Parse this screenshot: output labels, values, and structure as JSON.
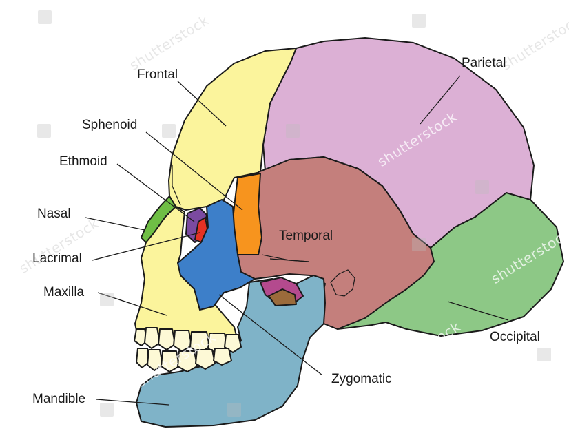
{
  "diagram": {
    "labels": {
      "frontal": "Frontal",
      "parietal": "Parietal",
      "sphenoid": "Sphenoid",
      "ethmoid": "Ethmoid",
      "nasal": "Nasal",
      "lacrimal": "Lacrimal",
      "temporal": "Temporal",
      "maxilla": "Maxilla",
      "occipital": "Occipital",
      "zygomatic": "Zygomatic",
      "mandible": "Mandible"
    },
    "colors": {
      "frontal": "#fbf49c",
      "parietal": "#dcb0d5",
      "occipital": "#8dc886",
      "temporal": "#c47f7c",
      "sphenoid": "#f7941e",
      "zygomatic": "#3d7fc9",
      "maxilla": "#fbf49c",
      "mandible": "#7fb3c8",
      "nasal": "#6fbe45",
      "ethmoid": "#7b4aa0",
      "lacrimal": "#e53225",
      "teeth": "#fdf9d6"
    },
    "watermark": "shutterstock"
  }
}
